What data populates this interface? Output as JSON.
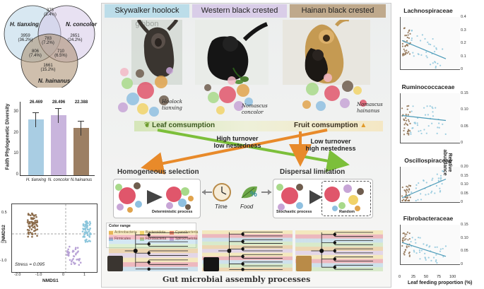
{
  "venn": {
    "sets": [
      {
        "name": "H. tianxing",
        "color": "#a9cde3"
      },
      {
        "name": "N. concolor",
        "color": "#d6c9e8"
      },
      {
        "name": "N. hainanus",
        "color": "#a78a6a"
      }
    ],
    "regions": {
      "tianxing_only": {
        "count": "3959",
        "pct": "(36.2%)"
      },
      "concolor_only": {
        "count": "2651",
        "pct": "(24.2%)"
      },
      "hainanus_only": {
        "count": "1661",
        "pct": "(15.2%)"
      },
      "tianxing_concolor": {
        "count": "373",
        "pct": "(3.4%)"
      },
      "tianxing_hainanus": {
        "count": "806",
        "pct": "(7.4%)"
      },
      "concolor_hainanus": {
        "count": "710",
        "pct": "(6.5%)"
      },
      "all_three": {
        "count": "783",
        "pct": "(7.2%)"
      }
    }
  },
  "faith_chart": {
    "ylabel": "Faith Phylogenetic Diversity",
    "categories": [
      "H. tianxing",
      "N. concolor",
      "N.hainanus"
    ],
    "values": [
      26.469,
      28.496,
      22.388
    ],
    "value_labels": [
      "26.469",
      "28.496",
      "22.388"
    ],
    "colors": [
      "#a9cde3",
      "#c9b5dd",
      "#9c7f63"
    ],
    "yticks": [
      "0",
      "10",
      "20",
      "30"
    ],
    "ylim": [
      0,
      35
    ]
  },
  "nmds": {
    "xlabel": "NMDS1",
    "ylabel": "NMDS2",
    "xticks": [
      "-2.0",
      "-1.0",
      "0",
      "1"
    ],
    "yticks": [
      "-1.0",
      "-0.5",
      "0.5"
    ],
    "stress": "Stress = 0.095"
  },
  "top_headers": {
    "skywalker": "Skywalker hoolock gibbon",
    "western": "Western black crested gibbon",
    "hainan": "Hainan black crested gibbon"
  },
  "captions": {
    "hoolock": "Hoolock tianxing",
    "concolor": "Nomascus concolor",
    "hainanus": "Nomascus hainanus"
  },
  "middle": {
    "leaf": "Leaf comsumption",
    "fruit": "Fruit comsumption",
    "turnover_high": "High turnover",
    "nested_low": "low nestedness",
    "turnover_low": "Low turnover",
    "nested_high": "high nestedness",
    "homogeneous": "Homogeneous selection",
    "dispersal": "Dispersal limitation",
    "deterministic": "Deterministic process",
    "stochastic": "Stochastic process",
    "random": "Random",
    "time": "Time",
    "food": "Food",
    "bottom_title": "Gut microbial assembly processes"
  },
  "color_range": {
    "title": "Color range",
    "items": [
      {
        "label": "Actinobacteria",
        "color": "#e0a34c"
      },
      {
        "label": "Bacteroidota",
        "color": "#f1d36a"
      },
      {
        "label": "Cyanobacteria",
        "color": "#e0566b"
      },
      {
        "label": "Firmicutes",
        "color": "#8fc0e0"
      },
      {
        "label": "Fibrobacteria",
        "color": "#a8d98a"
      },
      {
        "label": "Spirochaetota",
        "color": "#c7a5d6"
      }
    ]
  },
  "right_panels": {
    "axis_label": "Relative abundance",
    "xlabel": "Leaf feeding proportion (%)",
    "xticks": [
      "0",
      "25",
      "50",
      "75",
      "100"
    ],
    "panels": [
      {
        "title": "Lachnospiraceae",
        "yticks": [
          "0.4",
          "0.3",
          "0.2",
          "0.1",
          "0"
        ],
        "trend": "down"
      },
      {
        "title": "Ruminococcaceae",
        "yticks": [
          "0.15",
          "0.10",
          "0.05",
          "0"
        ],
        "trend": "flat"
      },
      {
        "title": "Oscillospiraceae",
        "yticks": [
          "0.20",
          "0.15",
          "0.10",
          "0.05",
          "0"
        ],
        "trend": "up"
      },
      {
        "title": "Fibrobacteraceae",
        "yticks": [
          "0.15",
          "0.10",
          "0.05",
          "0"
        ],
        "trend": "down"
      }
    ]
  }
}
